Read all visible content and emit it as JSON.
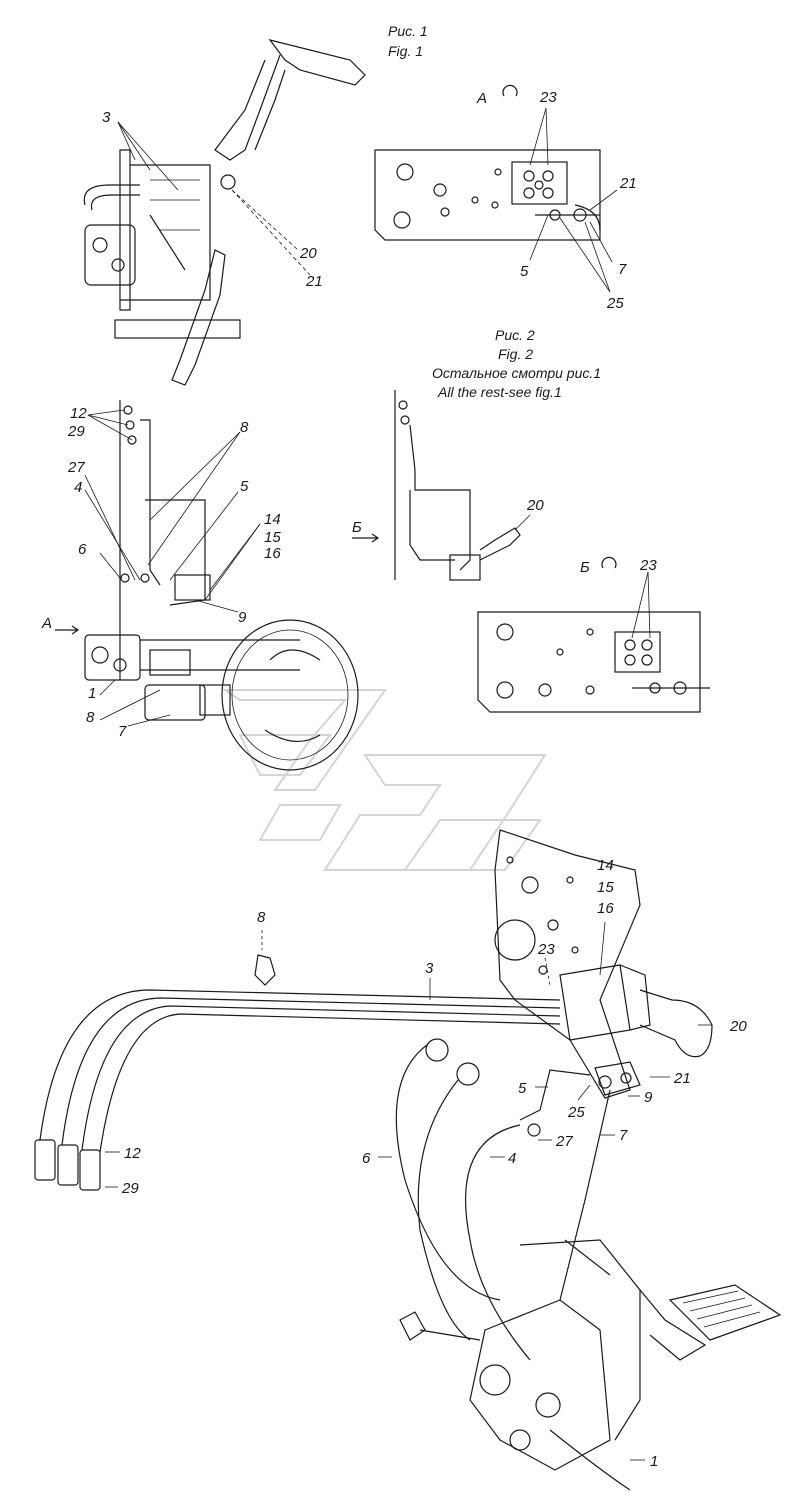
{
  "figure1": {
    "caption_ru": "Рис. 1",
    "caption_en": "Fig. 1",
    "view_a": "А",
    "labels": [
      "3",
      "20",
      "21",
      "23",
      "21",
      "5",
      "7",
      "25"
    ]
  },
  "figure2": {
    "caption_ru": "Рис. 2",
    "caption_en": "Fig. 2",
    "note_ru": "Остальное смотри рис.1",
    "note_en": "All the rest-see fig.1",
    "view_a": "А",
    "view_b": "Б",
    "labels": [
      "12",
      "29",
      "8",
      "27",
      "4",
      "5",
      "14",
      "15",
      "16",
      "6",
      "9",
      "1",
      "8",
      "7",
      "20",
      "23"
    ]
  },
  "main_view": {
    "labels": [
      "8",
      "3",
      "14",
      "15",
      "16",
      "23",
      "20",
      "21",
      "9",
      "25",
      "5",
      "27",
      "4",
      "7",
      "6",
      "12",
      "29",
      "1"
    ]
  }
}
